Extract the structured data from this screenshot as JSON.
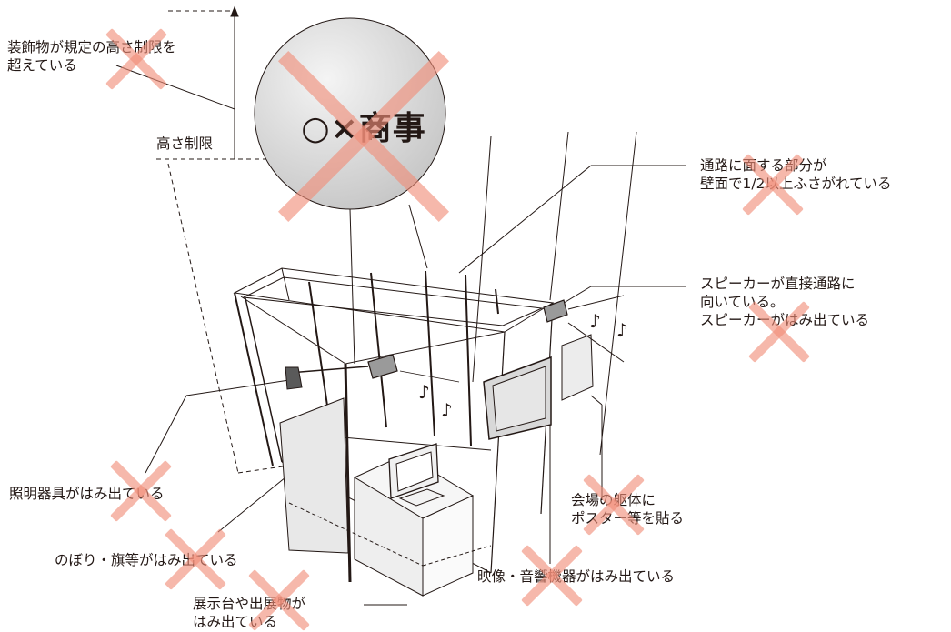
{
  "balloon": {
    "text": "○×商事"
  },
  "labels": {
    "decoration_exceeds_height": [
      "装飾物が規定の高さ制限を",
      "超えている"
    ],
    "height_limit": "高さ制限",
    "passage_walls": [
      "通路に面する部分が",
      "壁面で1/2以上ふさがれている"
    ],
    "speaker": [
      "スピーカーが直接通路に",
      "向いている。",
      "スピーカーがはみ出ている"
    ],
    "lighting": "照明器具がはみ出ている",
    "poster": [
      "会場の躯体に",
      "ポスター等を貼る"
    ],
    "banner": "のぼり・旗等がはみ出ている",
    "av_equipment": "映像・音響機器がはみ出ている",
    "display_stand": [
      "展示台や出展物が",
      "はみ出ている"
    ]
  },
  "colors": {
    "line": "#231815",
    "cross": "#f08c78",
    "balloon_fill": "#d9d9d9",
    "panel_fill": "#ececec"
  },
  "icons": [
    "prohibited-cross-icon",
    "music-note-icon",
    "speaker-icon",
    "spotlight-icon",
    "monitor-icon"
  ]
}
